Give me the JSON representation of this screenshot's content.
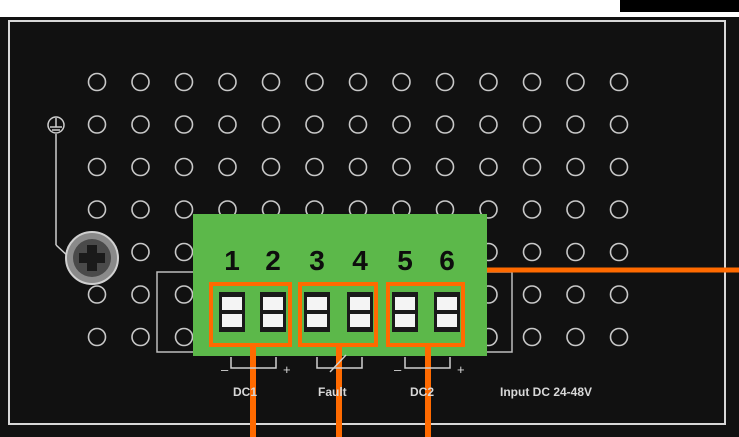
{
  "terminal": {
    "pins": [
      "1",
      "2",
      "3",
      "4",
      "5",
      "6"
    ]
  },
  "labels": {
    "dc1": "DC1",
    "fault": "Fault",
    "dc2": "DC2",
    "input": "Input DC 24-48V",
    "minus": "–",
    "plus": "+"
  },
  "colors": {
    "panel": "#111111",
    "terminal_block": "#5cb84a",
    "highlight": "#ff6a00",
    "hole": "#c8c8c8"
  },
  "icons": [
    "ground-symbol-icon",
    "ground-screw-icon"
  ]
}
